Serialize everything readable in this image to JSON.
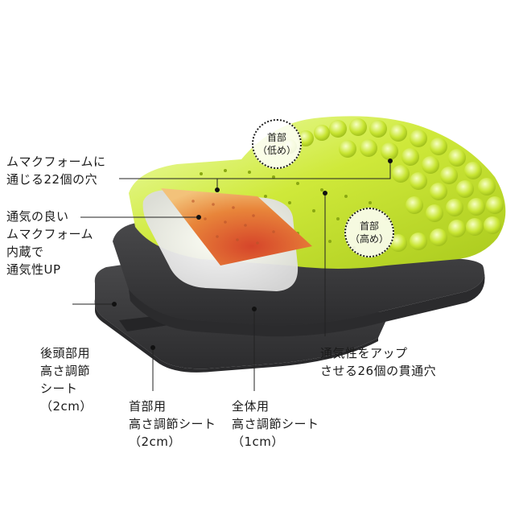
{
  "callouts": {
    "holes22": [
      "ムマクフォームに",
      "通じる22個の穴"
    ],
    "inner_foam": [
      "通気の良い",
      "ムマクフォーム",
      "内蔵で",
      "通気性UP"
    ],
    "back_sheet": [
      "後頭部用",
      "高さ調節",
      "シート",
      "（2cm）"
    ],
    "neck_sheet": [
      "首部用",
      "高さ調節シート",
      "（2cm）"
    ],
    "whole_sheet": [
      "全体用",
      "高さ調節シート",
      "（1cm）"
    ],
    "holes26": [
      "通気性をアップ",
      "させる26個の貫通穴"
    ]
  },
  "badges": {
    "neck_low": [
      "首部",
      "（低め）"
    ],
    "neck_high": [
      "首部",
      "（高め）"
    ]
  },
  "colors": {
    "foam_green": "#c8e832",
    "foam_highlight": "#f2ffb0",
    "sheet_dark": "#3c3c3e",
    "inner_orange": "#e8853a",
    "inner_red": "#d6452a"
  }
}
